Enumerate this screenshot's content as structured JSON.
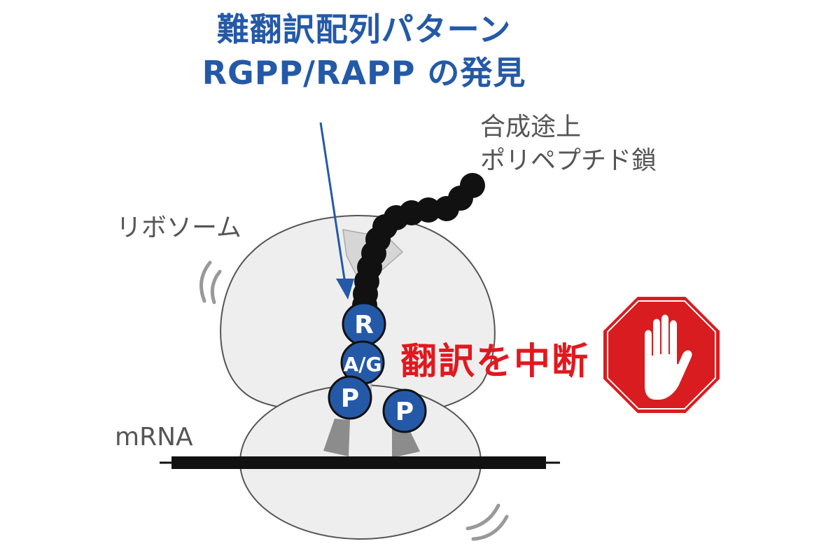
{
  "title": {
    "line1": "難翻訳配列パターン",
    "line2": "RGPP/RAPP の発見"
  },
  "labels": {
    "nascent_line1": "合成途上",
    "nascent_line2": "ポリペプチド鎖",
    "ribosome": "リボソーム",
    "mrna": "mRNA",
    "stop_text": "翻訳を中断"
  },
  "residues": {
    "r": "R",
    "ag": "A/G",
    "p1": "P",
    "p2": "P"
  },
  "colors": {
    "title_blue": "#2459a8",
    "residue_blue": "#2459a8",
    "stop_red": "#d91c1f",
    "ribosome_fill": "#eeeeee",
    "label_gray": "#555555"
  }
}
